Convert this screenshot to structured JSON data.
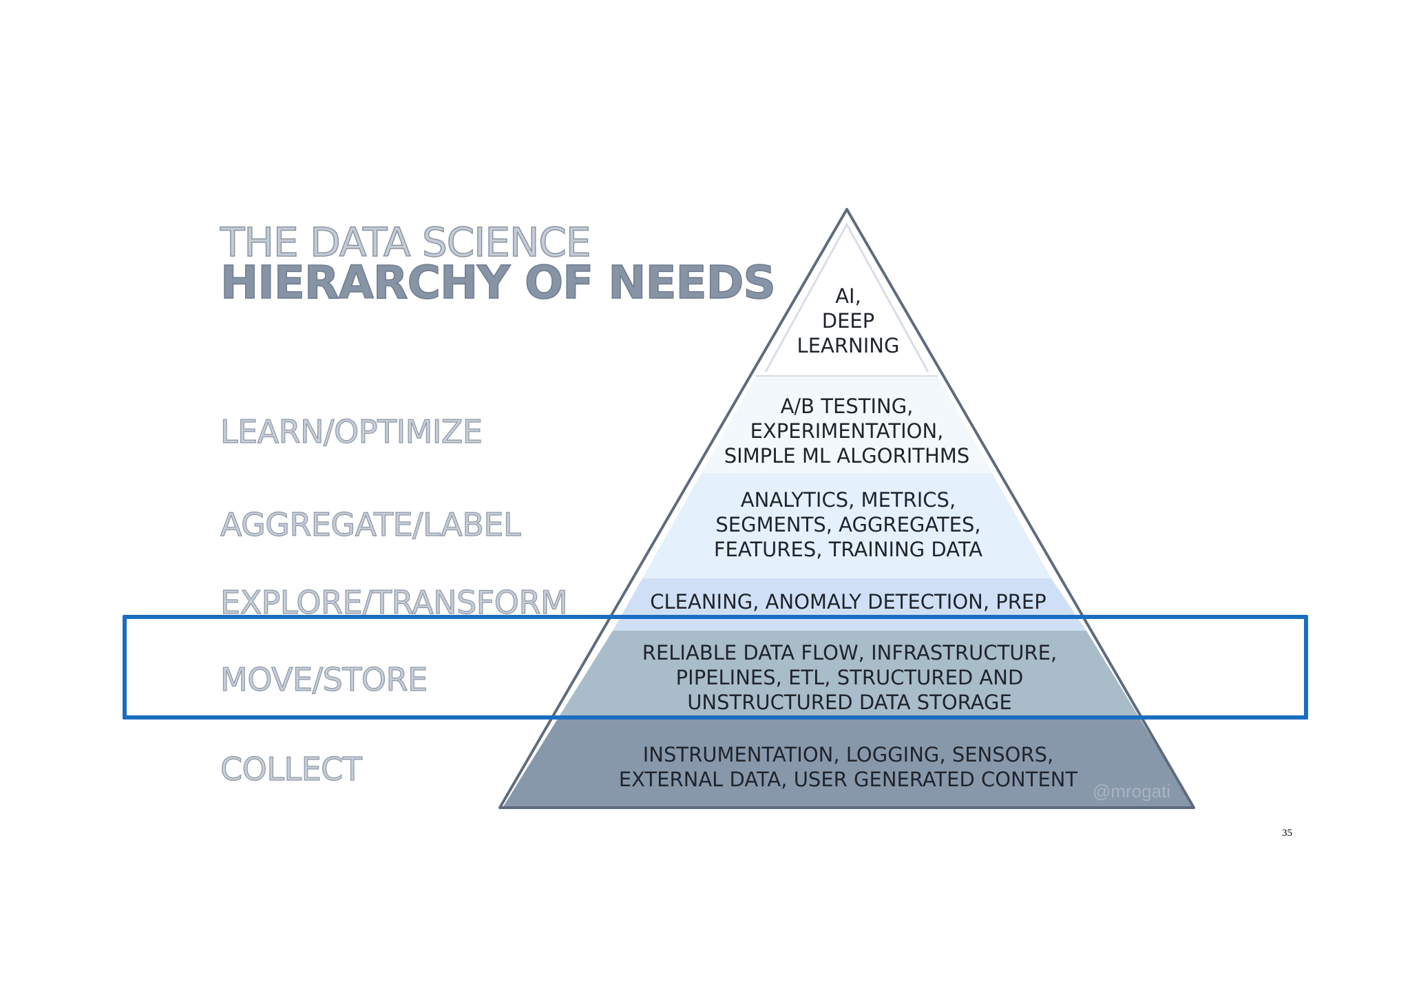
{
  "title": {
    "line1": "THE DATA SCIENCE",
    "line2": "HIERARCHY OF NEEDS"
  },
  "levels": [
    {
      "label": "LEARN/OPTIMIZE"
    },
    {
      "label": "AGGREGATE/LABEL"
    },
    {
      "label": "EXPLORE/TRANSFORM"
    },
    {
      "label": "MOVE/STORE"
    },
    {
      "label": "COLLECT"
    }
  ],
  "tiers": [
    {
      "lines": [
        "AI,",
        "DEEP",
        "LEARNING"
      ]
    },
    {
      "lines": [
        "A/B TESTING,",
        "EXPERIMENTATION,",
        "SIMPLE ML ALGORITHMS"
      ]
    },
    {
      "lines": [
        "ANALYTICS, METRICS,",
        "SEGMENTS, AGGREGATES,",
        "FEATURES, TRAINING DATA"
      ]
    },
    {
      "lines": [
        "CLEANING, ANOMALY DETECTION, PREP"
      ]
    },
    {
      "lines": [
        "RELIABLE DATA FLOW, INFRASTRUCTURE,",
        "PIPELINES, ETL, STRUCTURED AND",
        "UNSTRUCTURED DATA STORAGE"
      ]
    },
    {
      "lines": [
        "INSTRUMENTATION, LOGGING, SENSORS,",
        "EXTERNAL DATA, USER GENERATED CONTENT"
      ]
    }
  ],
  "watermark": "@mrogati",
  "page_number": "35",
  "colors": {
    "highlight": "#1a6ec0",
    "outline": "#5f6b7c"
  }
}
